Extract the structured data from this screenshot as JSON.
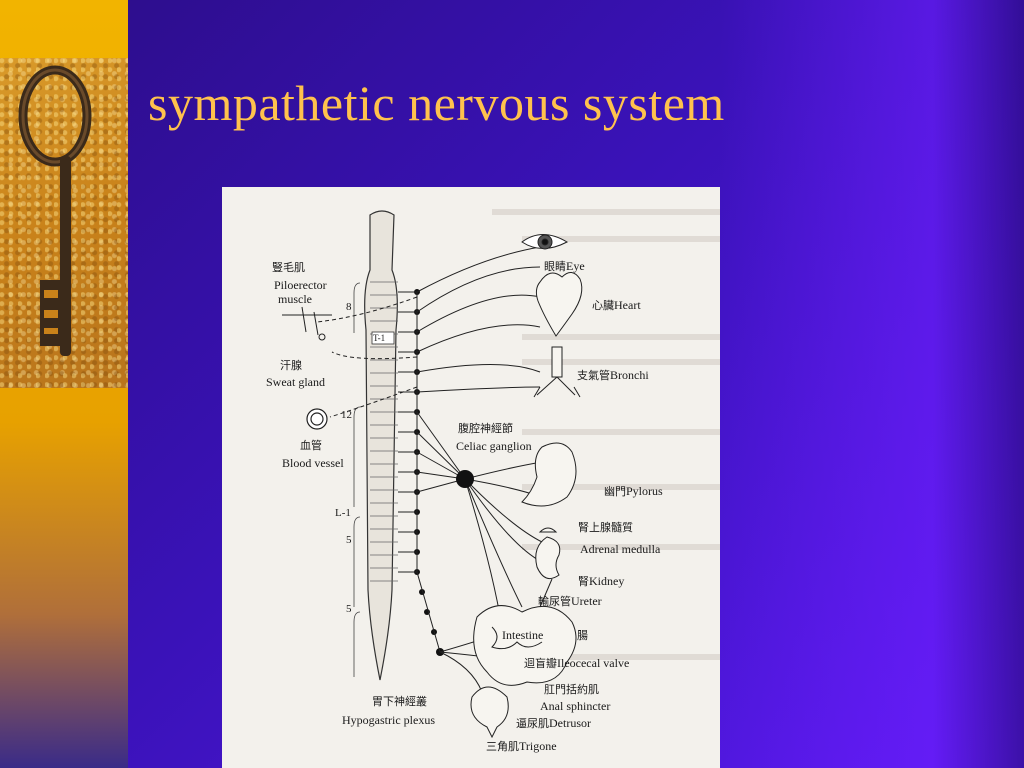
{
  "slide": {
    "title": "sympathetic nervous system",
    "colors": {
      "title": "#ffc24d",
      "background": "#3a12b8",
      "left_bar": "#f2b400"
    },
    "decorative_image": "key-photo"
  },
  "diagram": {
    "spinal_levels": [
      "8",
      "T-1",
      "12",
      "L-1",
      "5",
      "5"
    ],
    "labels": {
      "piloerector_cn": "豎毛肌",
      "piloerector_en": "Piloerector",
      "piloerector_en2": "muscle",
      "sweat_cn": "汗腺",
      "sweat_en": "Sweat gland",
      "blood_cn": "血管",
      "blood_en": "Blood vessel",
      "eye_cn": "眼睛",
      "eye_en": "Eye",
      "heart_cn": "心臟",
      "heart_en": "Heart",
      "bronchi_cn": "支氣管",
      "bronchi_en": "Bronchi",
      "celiac_cn": "腹腔神經節",
      "celiac_en": "Celiac ganglion",
      "pylorus_cn": "幽門",
      "pylorus_en": "Pylorus",
      "adrenal_cn": "腎上腺髓質",
      "adrenal_en": "Adrenal medulla",
      "kidney_cn": "腎",
      "kidney_en": "Kidney",
      "ureter_cn": "輸尿管",
      "ureter_en": "Ureter",
      "intestine_en": "Intestine",
      "intestine_cn": "腸",
      "ileocecal_cn": "迴盲瓣",
      "ileocecal_en": "Ileocecal valve",
      "anal_cn": "肛門括約肌",
      "anal_en": "Anal sphincter",
      "detrusor_cn": "逼尿肌",
      "detrusor_en": "Detrusor",
      "trigone_cn": "三角肌",
      "trigone_en": "Trigone",
      "hypogastric_cn": "胃下神經叢",
      "hypogastric_en": "Hypogastric plexus"
    }
  }
}
